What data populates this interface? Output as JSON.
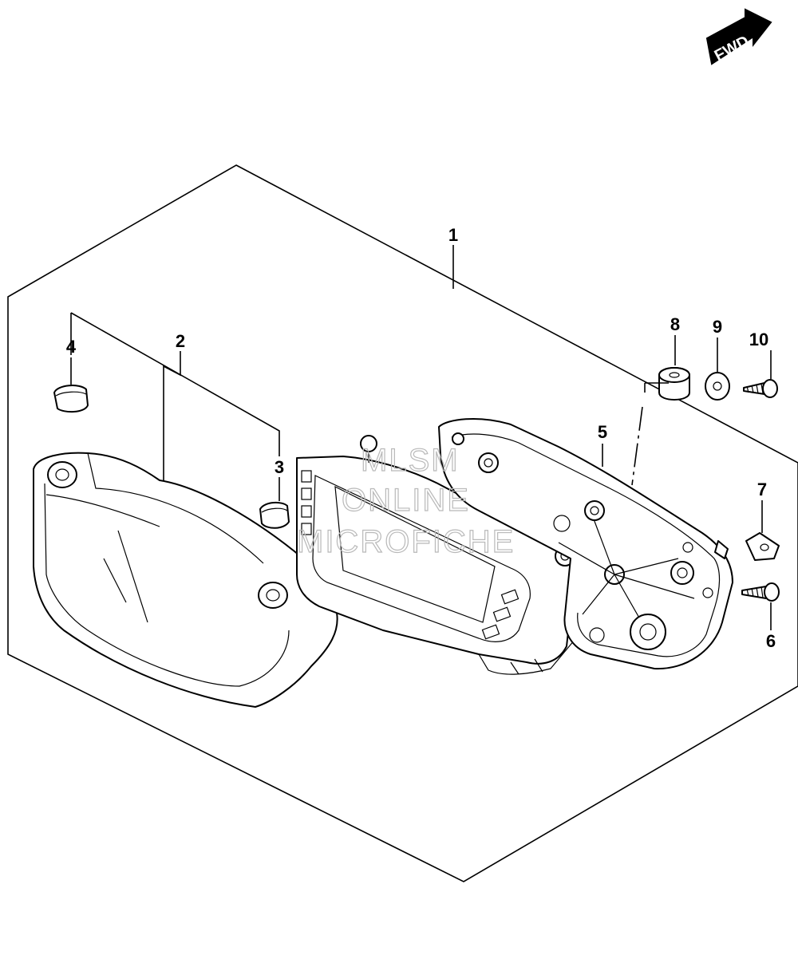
{
  "direction_badge": {
    "label": "FWD"
  },
  "watermark": {
    "line1": "MLSM",
    "line2": "ONLINE",
    "line3": "MICROFICHE"
  },
  "callouts": {
    "c1": "1",
    "c2": "2",
    "c3": "3",
    "c4": "4",
    "c5": "5",
    "c6": "6",
    "c7": "7",
    "c8": "8",
    "c9": "9",
    "c10": "10"
  }
}
